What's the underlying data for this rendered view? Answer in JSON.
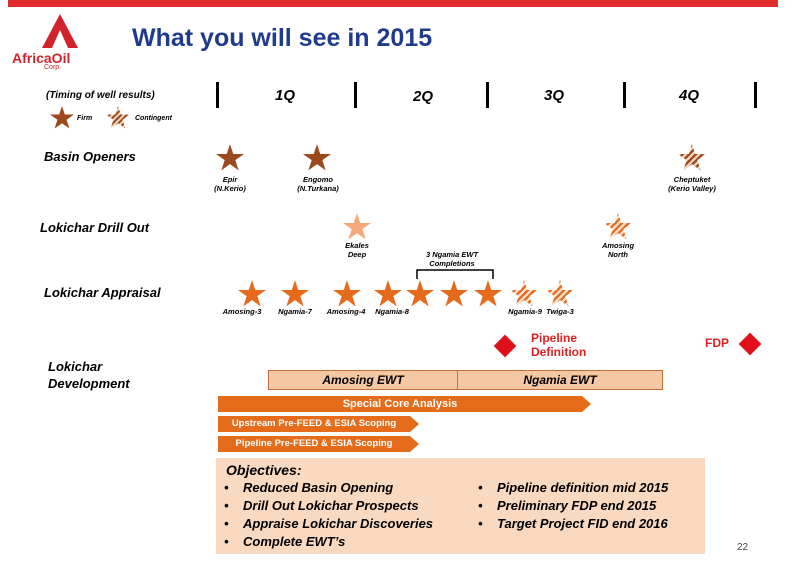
{
  "logo": {
    "name": "AfricaOil",
    "sub": "Corp."
  },
  "title": "What you will see in 2015",
  "timing_label": "(Timing of well results)",
  "legend": {
    "firm": "Firm",
    "contingent": "Contingent"
  },
  "quarters": [
    "1Q",
    "2Q",
    "3Q",
    "4Q"
  ],
  "rows": {
    "basin": "Basin Openers",
    "drill": "Lokichar Drill Out",
    "appraisal": "Lokichar Appraisal",
    "development": "Lokichar\nDevelopment"
  },
  "wells": {
    "epir": [
      "Epir",
      "(N.Kerio)"
    ],
    "engomo": [
      "Engomo",
      "(N.Turkana)"
    ],
    "cheptuket": [
      "Cheptuket",
      "(Kerio Valley)"
    ],
    "ekales": [
      "Ekales",
      "Deep"
    ],
    "amosing_north": [
      "Amosing",
      "North"
    ],
    "ngamia_ewt": [
      "3 Ngamia  EWT",
      "Completions"
    ],
    "amosing3": "Amosing-3",
    "ngamia7": "Ngamia-7",
    "amosing4": "Amosing-4",
    "ngamia8": "Ngamia-8",
    "ngamia9": "Ngamia-9",
    "twiga3": "Twiga-3"
  },
  "milestones": {
    "pipeline": [
      "Pipeline",
      "Definition"
    ],
    "fdp": "FDP"
  },
  "bars": {
    "amosing_ewt": "Amosing EWT",
    "ngamia_ewt": "Ngamia EWT",
    "special_core": "Special Core Analysis",
    "upstream": "Upstream Pre-FEED & ESIA Scoping",
    "pipeline": "Pipeline Pre-FEED & ESIA Scoping"
  },
  "objectives": {
    "title": "Objectives:",
    "left": [
      "Reduced Basin Opening",
      "Drill Out Lokichar Prospects",
      "Appraise Lokichar Discoveries",
      "Complete EWT’s"
    ],
    "right": [
      "Pipeline definition mid 2015",
      "Preliminary FDP end 2015",
      "Target Project FID end 2016"
    ]
  },
  "page_number": "22",
  "colors": {
    "firm_brown": "#9a4a1c",
    "firm_orange": "#e56a1c",
    "contingent_light": "#f5a878",
    "red": "#e0101a",
    "title_blue": "#1f3b8c"
  }
}
